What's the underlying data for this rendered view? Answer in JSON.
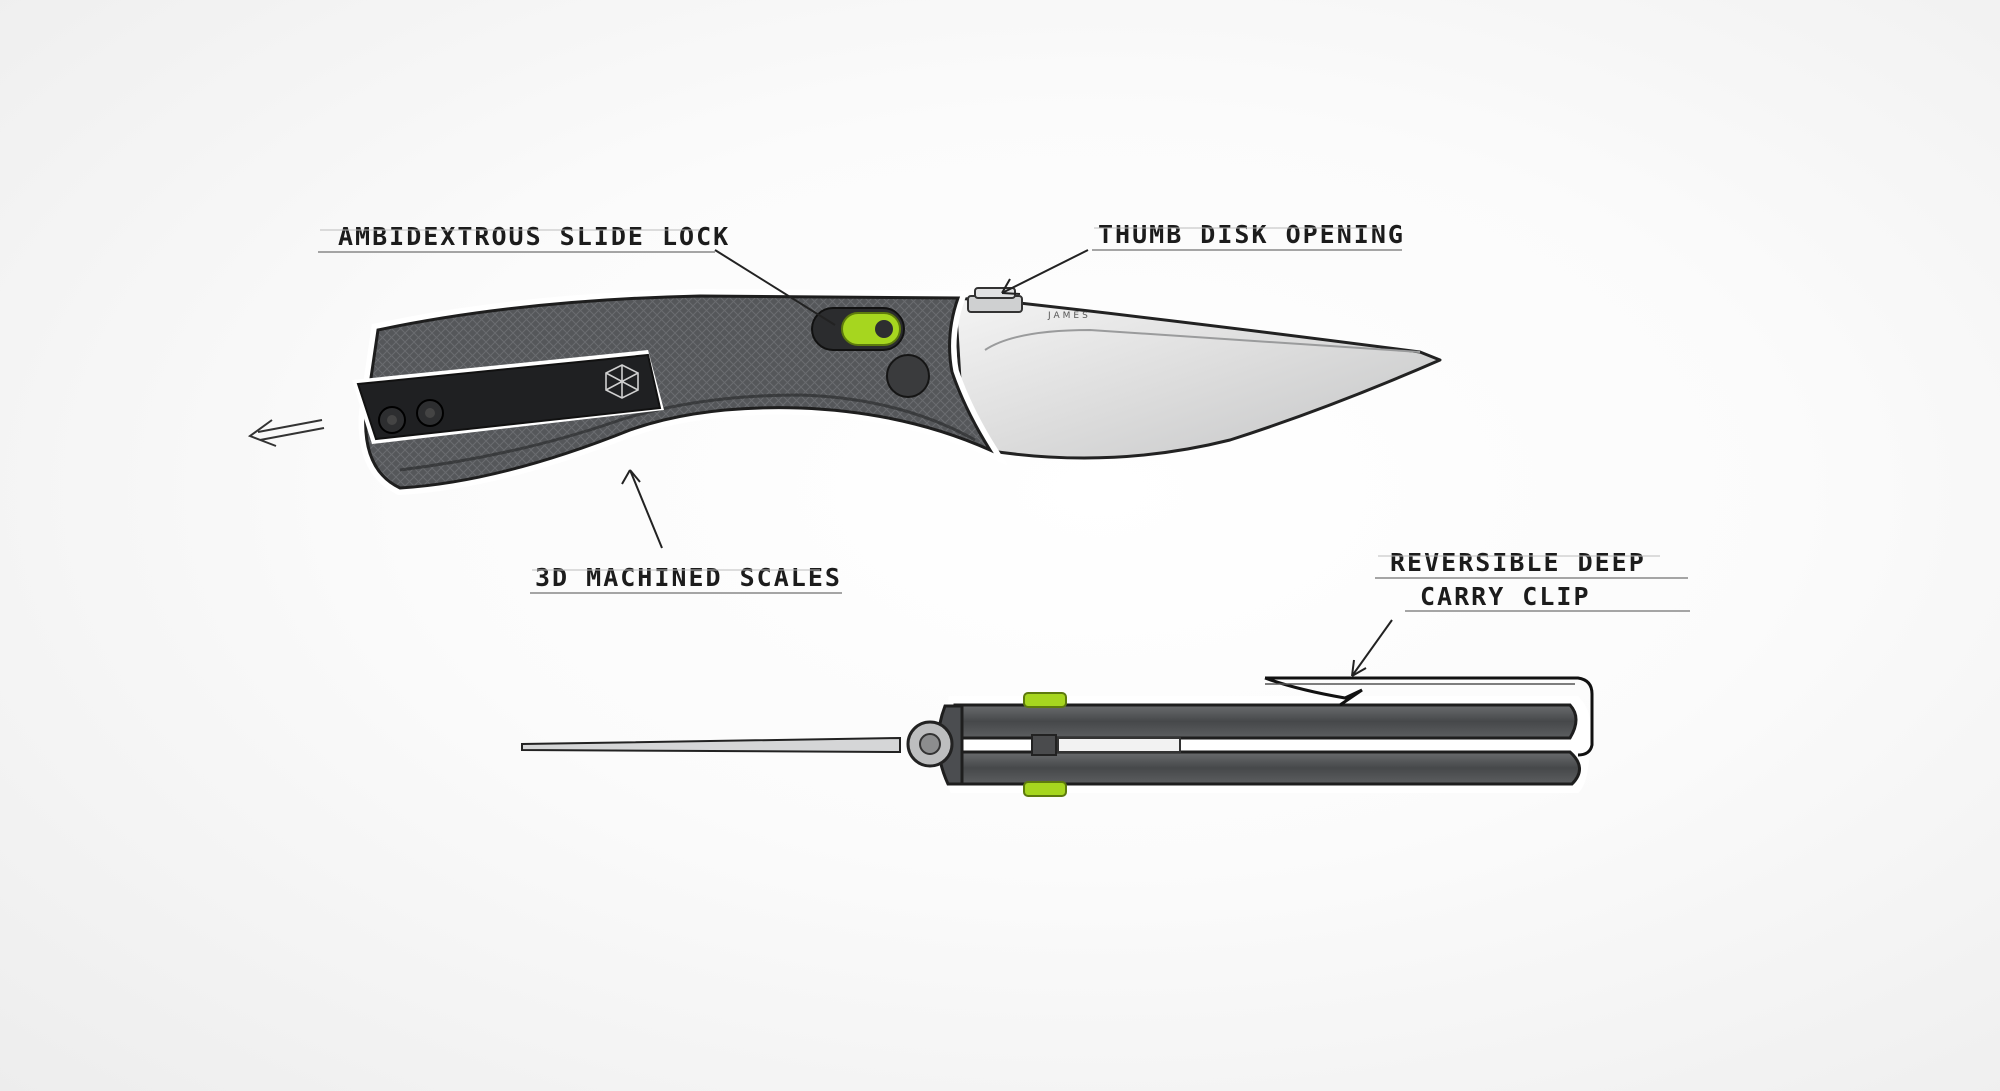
{
  "callouts": {
    "slide_lock": "AMBIDEXTROUS SLIDE LOCK",
    "thumb_disk": "THUMB DISK OPENING",
    "scales": "3D MACHINED SCALES",
    "clip_line1": "REVERSIBLE DEEP",
    "clip_line2": "CARRY CLIP"
  },
  "blade_mark": "JAMES",
  "colors": {
    "accent_green": "#a6d61f",
    "handle_dark": "#4d4f52",
    "blade_steel": "#d9dadb",
    "ink": "#1c1c1c"
  }
}
